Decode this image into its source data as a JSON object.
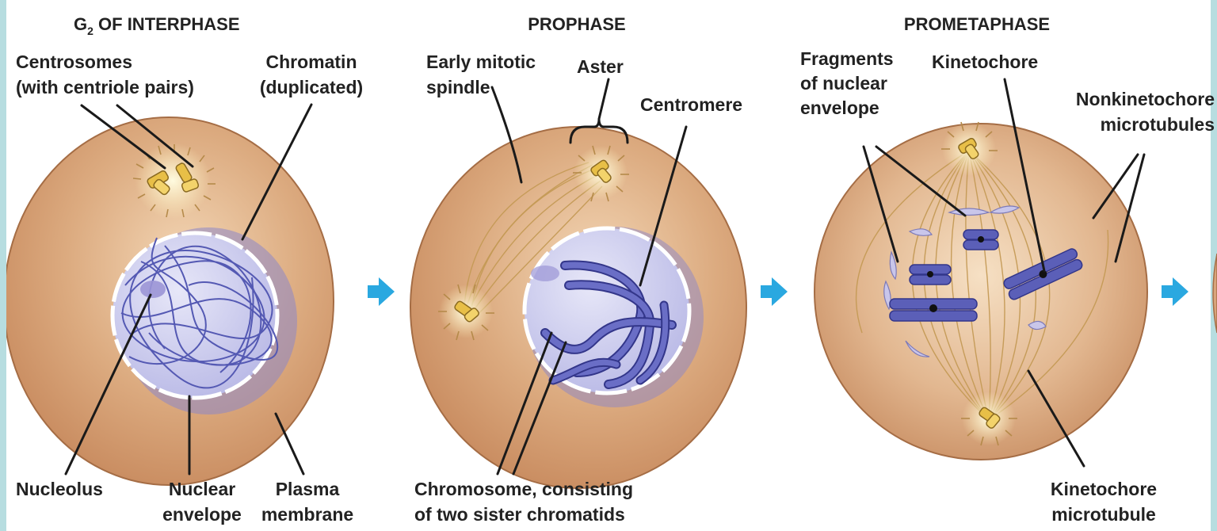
{
  "panels": [
    {
      "title_main": "G",
      "title_sub": "2",
      "title_rest": " OF INTERPHASE",
      "labels": {
        "centrosomes": [
          "Centrosomes",
          "(with centriole pairs)"
        ],
        "chromatin": [
          "Chromatin",
          "(duplicated)"
        ],
        "nucleolus": "Nucleolus",
        "nuclear_envelope": [
          "Nuclear",
          "envelope"
        ],
        "plasma_membrane": [
          "Plasma",
          "membrane"
        ]
      }
    },
    {
      "title": "PROPHASE",
      "labels": {
        "early_spindle": [
          "Early mitotic",
          "spindle"
        ],
        "aster": "Aster",
        "centromere": "Centromere",
        "chromosome": [
          "Chromosome, consisting",
          "of two sister chromatids"
        ]
      }
    },
    {
      "title": "PROMETAPHASE",
      "labels": {
        "fragments": [
          "Fragments",
          "of nuclear",
          "envelope"
        ],
        "kinetochore": "Kinetochore",
        "nonkinetochore": [
          "Nonkinetochore",
          "microtubules"
        ],
        "kinetochore_mt": [
          "Kinetochore",
          "microtubule"
        ]
      }
    }
  ],
  "colors": {
    "cytoplasm": "#d9a57c",
    "nucleus": "#d4d5f0",
    "chromosome": "#5b5fb8",
    "arrow": "#2aa8e0",
    "border": "#b7dde0"
  },
  "icons": [
    "right-arrow-icon",
    "right-arrow-icon",
    "right-arrow-icon"
  ]
}
